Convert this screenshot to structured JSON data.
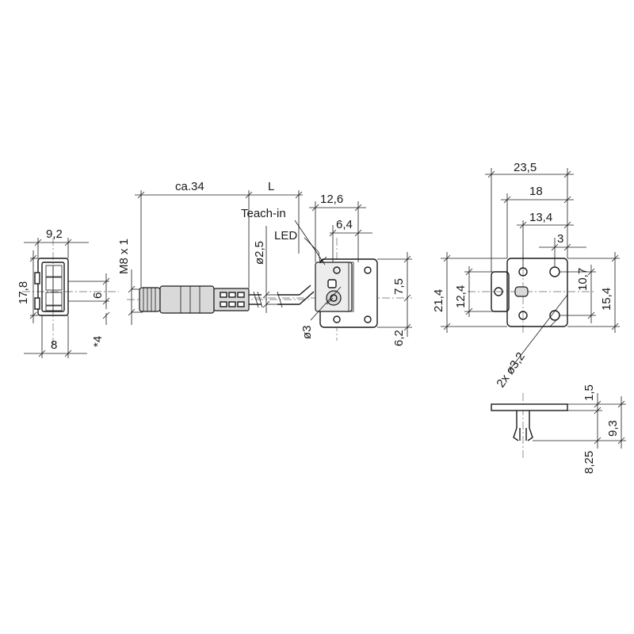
{
  "dimensions": {
    "front_width": "9,2",
    "front_height": "17,8",
    "front_pitch": "6",
    "front_offset": "*4",
    "front_base": "8",
    "thread": "M8 x 1",
    "cable_length_approx": "ca.34",
    "cable_length": "L",
    "cable_diameter": "ø2,5",
    "lens_diameter": "ø3",
    "body_length": "12,6",
    "teach_offset": "6,4",
    "body_height_upper": "7,5",
    "body_height_lower": "6,2",
    "plate_width": "23,5",
    "hole_span_outer": "18",
    "hole_span_inner": "13,4",
    "slot_offset": "3",
    "plate_height": "21,4",
    "plate_inner_height": "12,4",
    "hole_pitch_right": "10,7",
    "hole_pitch_total": "15,4",
    "mount_holes": "2x ø3,2",
    "plate_thickness": "1,5",
    "clip_height": "9,3",
    "clip_depth": "8,25"
  },
  "labels": {
    "teach_in": "Teach-in",
    "led": "LED"
  }
}
